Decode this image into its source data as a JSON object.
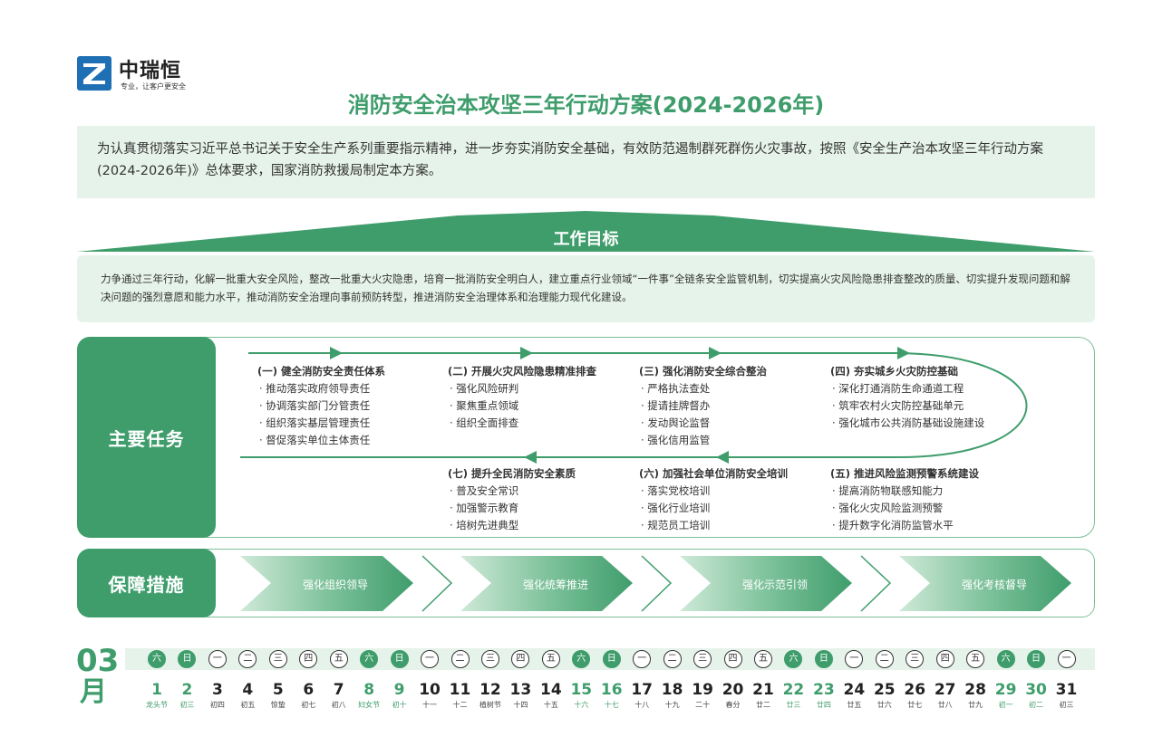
{
  "logo": {
    "name": "中瑞恒",
    "slogan": "专业，让客户更安全"
  },
  "title": "消防安全治本攻坚三年行动方案(2024-2026年)",
  "intro": "为认真贯彻落实习近平总书记关于安全生产系列重要指示精神，进一步夯实消防安全基础，有效防范遏制群死群伤火灾事故，按照《安全生产治本攻坚三年行动方案(2024-2026年)》总体要求，国家消防救援局制定本方案。",
  "goal": {
    "title": "工作目标",
    "text": "力争通过三年行动，化解一批重大安全风险，整改一批重大火灾隐患，培育一批消防安全明白人，建立重点行业领域“一件事”全链条安全监管机制，切实提高火灾风险隐患排查整改的质量、切实提升发现问题和解决问题的强烈意愿和能力水平，推动消防安全治理向事前预防转型，推进消防安全治理体系和治理能力现代化建设。"
  },
  "tasks": {
    "label": "主要任务",
    "items": [
      {
        "title": "(一) 健全消防安全责任体系",
        "points": [
          "· 推动落实政府领导责任",
          "· 协调落实部门分管责任",
          "· 组织落实基层管理责任",
          "· 督促落实单位主体责任"
        ]
      },
      {
        "title": "(二) 开展火灾风险隐患精准排查",
        "points": [
          "· 强化风险研判",
          "· 聚焦重点领域",
          "· 组织全面排查"
        ]
      },
      {
        "title": "(三) 强化消防安全综合整治",
        "points": [
          "· 严格执法查处",
          "· 提请挂牌督办",
          "· 发动舆论监督",
          "· 强化信用监管"
        ]
      },
      {
        "title": "(四) 夯实城乡火灾防控基础",
        "points": [
          "· 深化打通消防生命通道工程",
          "· 筑牢农村火灾防控基础单元",
          "· 强化城市公共消防基础设施建设"
        ]
      },
      {
        "title": "(五) 推进风险监测预警系统建设",
        "points": [
          "· 提高消防物联感知能力",
          "· 强化火灾风险监测预警",
          "· 提升数字化消防监管水平"
        ]
      },
      {
        "title": "(六) 加强社会单位消防安全培训",
        "points": [
          "· 落实党校培训",
          "· 强化行业培训",
          "· 规范员工培训"
        ]
      },
      {
        "title": "(七) 提升全民消防安全素质",
        "points": [
          "· 普及安全常识",
          "· 加强警示教育",
          "· 培树先进典型"
        ]
      }
    ]
  },
  "measures": {
    "label": "保障措施",
    "items": [
      "强化组织领导",
      "强化统筹推进",
      "强化示范引领",
      "强化考核督导"
    ]
  },
  "calendar": {
    "month": "03",
    "month_label": "月",
    "days": [
      {
        "wk": "六",
        "num": "1",
        "sub": "龙头节",
        "weekend": true
      },
      {
        "wk": "日",
        "num": "2",
        "sub": "初三",
        "weekend": true
      },
      {
        "wk": "一",
        "num": "3",
        "sub": "初四",
        "weekend": false
      },
      {
        "wk": "二",
        "num": "4",
        "sub": "初五",
        "weekend": false
      },
      {
        "wk": "三",
        "num": "5",
        "sub": "惊蛰",
        "weekend": false
      },
      {
        "wk": "四",
        "num": "6",
        "sub": "初七",
        "weekend": false
      },
      {
        "wk": "五",
        "num": "7",
        "sub": "初八",
        "weekend": false
      },
      {
        "wk": "六",
        "num": "8",
        "sub": "妇女节",
        "weekend": true
      },
      {
        "wk": "日",
        "num": "9",
        "sub": "初十",
        "weekend": true
      },
      {
        "wk": "一",
        "num": "10",
        "sub": "十一",
        "weekend": false
      },
      {
        "wk": "二",
        "num": "11",
        "sub": "十二",
        "weekend": false
      },
      {
        "wk": "三",
        "num": "12",
        "sub": "植树节",
        "weekend": false
      },
      {
        "wk": "四",
        "num": "13",
        "sub": "十四",
        "weekend": false
      },
      {
        "wk": "五",
        "num": "14",
        "sub": "十五",
        "weekend": false
      },
      {
        "wk": "六",
        "num": "15",
        "sub": "十六",
        "weekend": true
      },
      {
        "wk": "日",
        "num": "16",
        "sub": "十七",
        "weekend": true
      },
      {
        "wk": "一",
        "num": "17",
        "sub": "十八",
        "weekend": false
      },
      {
        "wk": "二",
        "num": "18",
        "sub": "十九",
        "weekend": false
      },
      {
        "wk": "三",
        "num": "19",
        "sub": "二十",
        "weekend": false
      },
      {
        "wk": "四",
        "num": "20",
        "sub": "春分",
        "weekend": false
      },
      {
        "wk": "五",
        "num": "21",
        "sub": "廿二",
        "weekend": false
      },
      {
        "wk": "六",
        "num": "22",
        "sub": "廿三",
        "weekend": true
      },
      {
        "wk": "日",
        "num": "23",
        "sub": "廿四",
        "weekend": true
      },
      {
        "wk": "一",
        "num": "24",
        "sub": "廿五",
        "weekend": false
      },
      {
        "wk": "二",
        "num": "25",
        "sub": "廿六",
        "weekend": false
      },
      {
        "wk": "三",
        "num": "26",
        "sub": "廿七",
        "weekend": false
      },
      {
        "wk": "四",
        "num": "27",
        "sub": "廿八",
        "weekend": false
      },
      {
        "wk": "五",
        "num": "28",
        "sub": "廿九",
        "weekend": false
      },
      {
        "wk": "六",
        "num": "29",
        "sub": "初一",
        "weekend": true
      },
      {
        "wk": "日",
        "num": "30",
        "sub": "初二",
        "weekend": true
      },
      {
        "wk": "一",
        "num": "31",
        "sub": "初三",
        "weekend": false
      }
    ]
  },
  "colors": {
    "accent": "#3f9d6c",
    "light_bg": "#e6f3ea",
    "logo_blue": "#1f6fb5"
  }
}
